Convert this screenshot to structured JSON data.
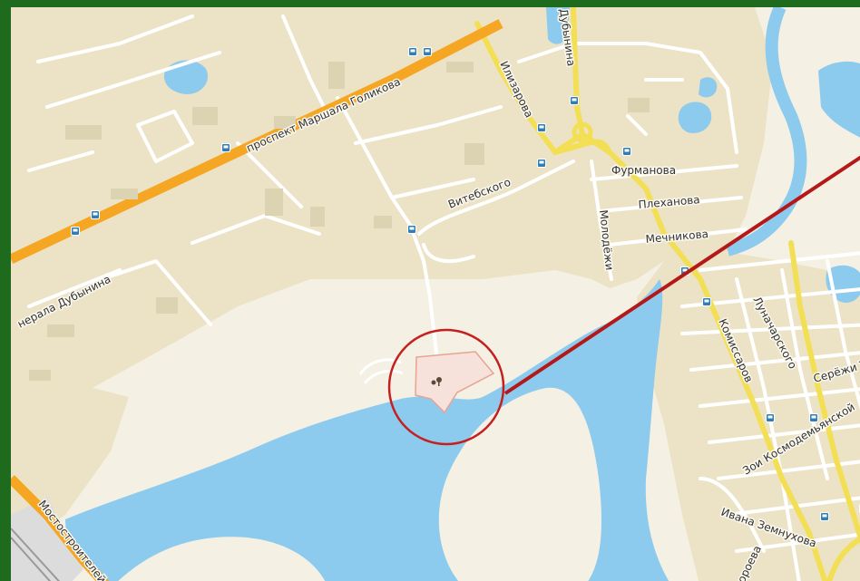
{
  "colors": {
    "frame": "#1e6b1e",
    "land": "#f4f0e4",
    "urban": "#ece3c6",
    "water": "#8ccbee",
    "major_road": "#f5a623",
    "secondary_road": "#f2df55",
    "minor_road": "#ffffff",
    "highlight_circle": "#c42020",
    "pointer_line": "#b51818",
    "site_fill": "#f6e2da",
    "site_outline": "#e8a395"
  },
  "streets": {
    "golikova": "проспект Маршала Голикова",
    "vitebskogo": "Витебского",
    "ilizarova": "Илизарова",
    "dubynina_top": "Дубынина",
    "furmanova": "Фурманова",
    "plekhanova": "Плеханова",
    "mechnikova": "Мечникова",
    "molodezhi": "Молодёжи",
    "generala_dubynina": "нерала Дубынина",
    "lunacharskogo": "Луначарского",
    "komissarov": "Комиссаров",
    "sereji_tyu": "Серёжи Тю",
    "zoi": "Зои Космодемьянской",
    "ivana_zemnukhova": "Ивана Земнухова",
    "mostostroiteley": "Мостостроителей",
    "koroleva_partial": "ороева"
  },
  "icons": {
    "bus_stop": "bus-stop-icon",
    "poi": "park-icon"
  }
}
